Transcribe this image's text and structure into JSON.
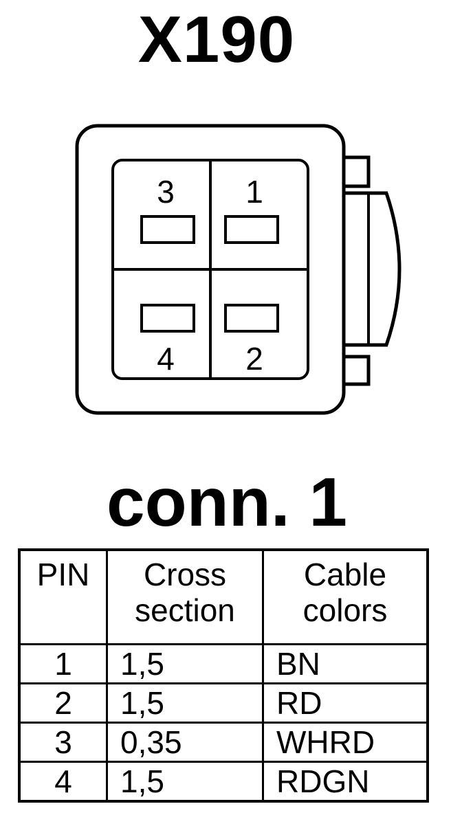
{
  "title": "X190",
  "connector_label": "conn. 1",
  "pins": {
    "top_left": "3",
    "top_right": "1",
    "bottom_left": "4",
    "bottom_right": "2"
  },
  "table": {
    "headers": {
      "pin": "PIN",
      "cross_section": [
        "Cross",
        "section"
      ],
      "cable_colors": [
        "Cable",
        "colors"
      ]
    },
    "rows": [
      {
        "pin": "1",
        "cross_section": "1,5",
        "cable_color": "BN"
      },
      {
        "pin": "2",
        "cross_section": "1,5",
        "cable_color": "RD"
      },
      {
        "pin": "3",
        "cross_section": "0,35",
        "cable_color": "WHRD"
      },
      {
        "pin": "4",
        "cross_section": "1,5",
        "cable_color": "RDGN"
      }
    ]
  }
}
